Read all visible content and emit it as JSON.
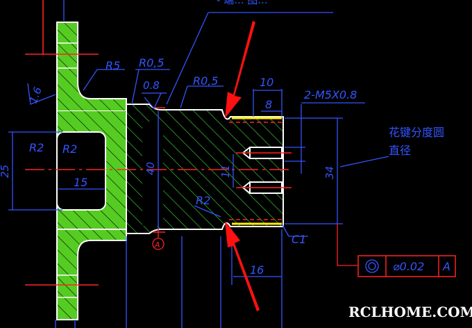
{
  "drawing": {
    "top_note": "- 端... 图...",
    "dimensions": {
      "r5": "R5",
      "r05_left": "R0,5",
      "r05_right": "R0,5",
      "roughness": "0.8",
      "rough_left": "1.6",
      "d10": "10",
      "d8": "8",
      "thread": "2-M5X0.8",
      "spline_label_line1": "花键分度圆",
      "spline_label_line2": "直径",
      "r2_a": "R2",
      "r2_b": "R2",
      "r2_c": "R2",
      "d25": "25",
      "d15": "15",
      "d40": "40",
      "d11": "11",
      "d34": "34",
      "c1": "C1",
      "d16": "16",
      "datum": "A"
    },
    "tolerance_frame": {
      "symbol": "concentricity-icon",
      "value": "⌀0.02",
      "datum": "A"
    },
    "watermark": "RCLHOME.COM",
    "colors": {
      "background": "#000000",
      "outline": "#ffffff",
      "hatch": "#33cc33",
      "fill": "#66dd33",
      "dimension": "#3355ff",
      "centerline": "#ff2222",
      "arrow": "#ff1111",
      "yellow": "#ffee00"
    }
  }
}
